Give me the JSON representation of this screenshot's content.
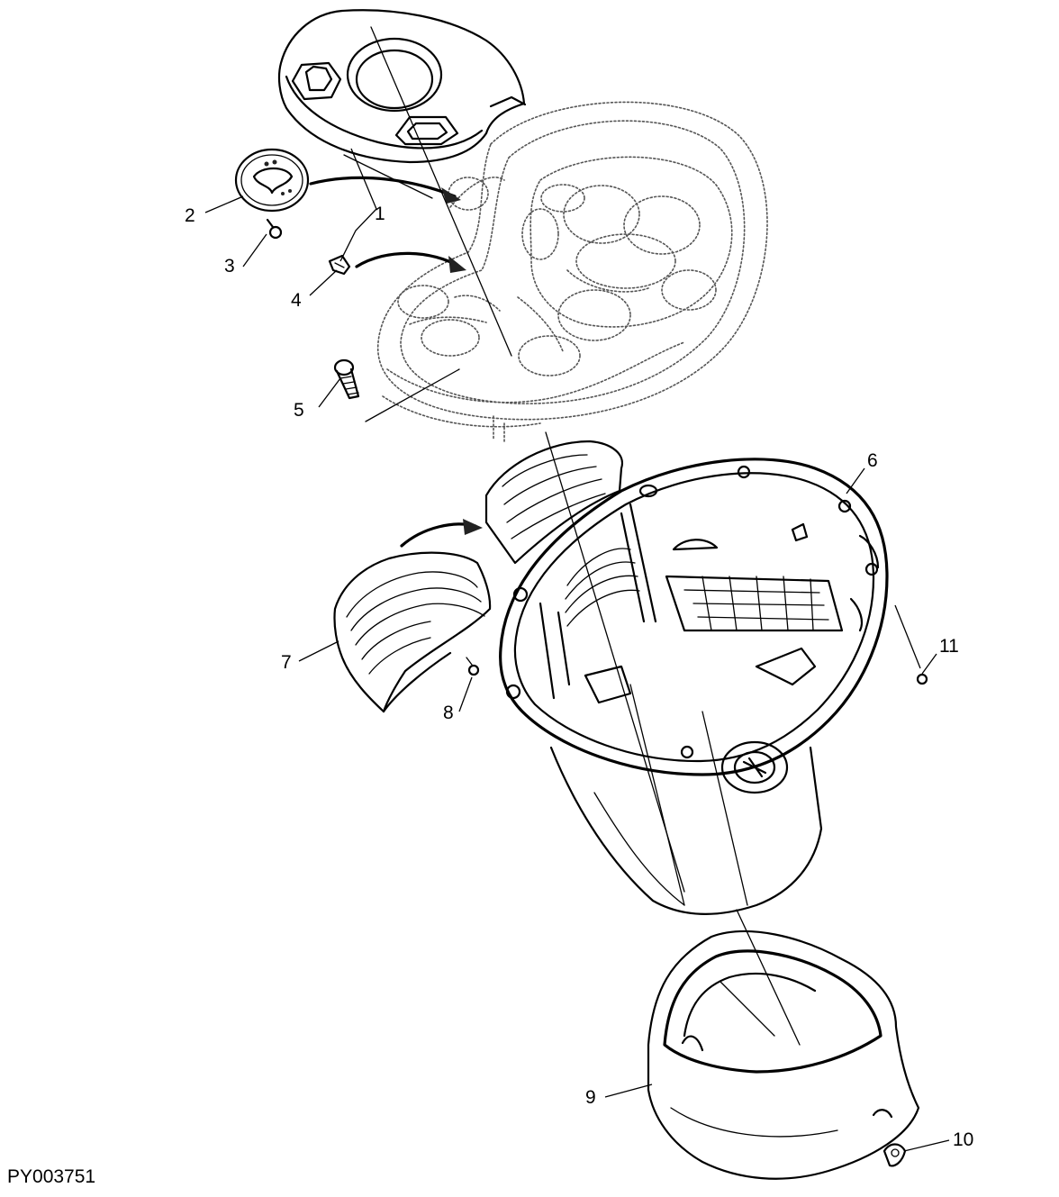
{
  "figure_id": "PY003751",
  "callouts": [
    {
      "label": "1"
    },
    {
      "label": "2"
    },
    {
      "label": "3"
    },
    {
      "label": "4"
    },
    {
      "label": "5"
    },
    {
      "label": "6"
    },
    {
      "label": "7"
    },
    {
      "label": "8"
    },
    {
      "label": "9"
    },
    {
      "label": "10"
    },
    {
      "label": "11"
    }
  ],
  "colors": {
    "ink": "#000000",
    "ghost": "#555555",
    "background": "#ffffff"
  }
}
